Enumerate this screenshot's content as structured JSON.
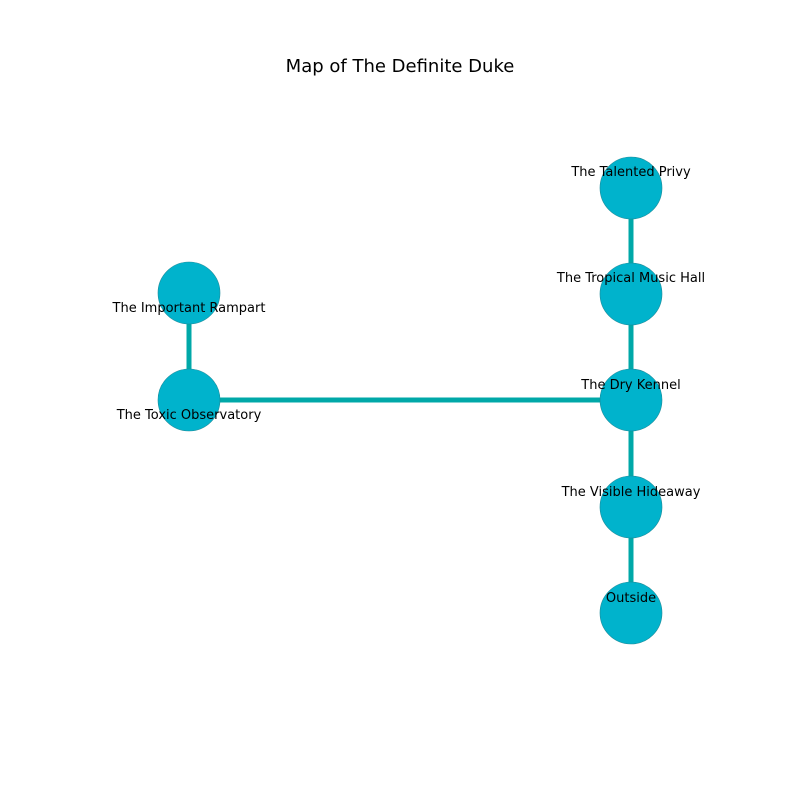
{
  "title": "Map of The Definite Duke",
  "colors": {
    "node_fill": "#00b3cc",
    "node_stroke": "#1a8a99",
    "edge": "#00a8a8",
    "background": "#ffffff"
  },
  "rooms": [
    {
      "id": "talented_privy",
      "label": "The Talented Privy"
    },
    {
      "id": "tropical_music_hall",
      "label": "The Tropical Music Hall"
    },
    {
      "id": "important_rampart",
      "label": "The Important Rampart"
    },
    {
      "id": "toxic_observatory",
      "label": "The Toxic Observatory"
    },
    {
      "id": "dry_kennel",
      "label": "The Dry Kennel"
    },
    {
      "id": "visible_hideaway",
      "label": "The Visible Hideaway"
    },
    {
      "id": "outside",
      "label": "Outside"
    }
  ],
  "connections": [
    {
      "from": "talented_privy",
      "to": "tropical_music_hall"
    },
    {
      "from": "tropical_music_hall",
      "to": "dry_kennel"
    },
    {
      "from": "important_rampart",
      "to": "toxic_observatory"
    },
    {
      "from": "toxic_observatory",
      "to": "dry_kennel"
    },
    {
      "from": "dry_kennel",
      "to": "visible_hideaway"
    },
    {
      "from": "visible_hideaway",
      "to": "outside"
    }
  ]
}
